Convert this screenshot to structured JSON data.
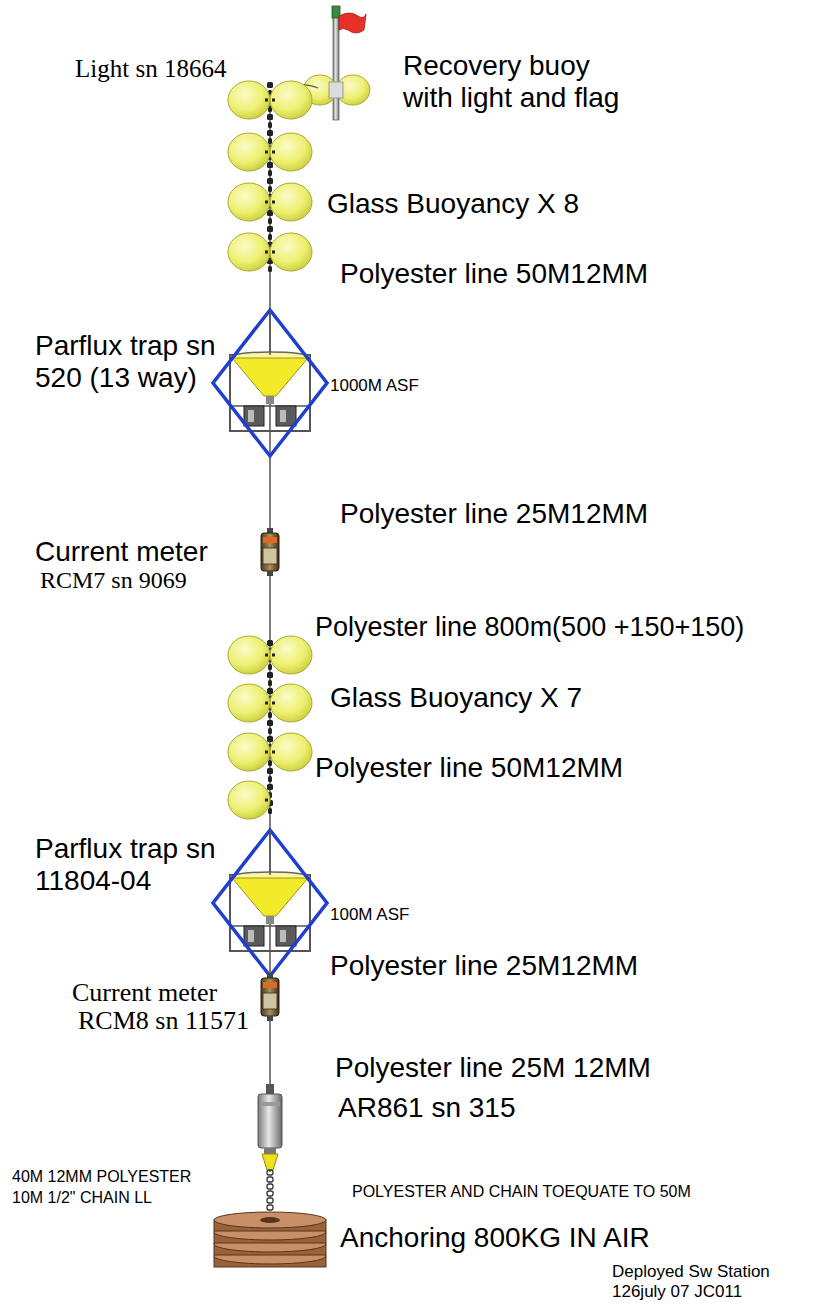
{
  "diagram": {
    "labels": [
      "Light sn 18664",
      "Recovery buoy with light and flag",
      "Glass Buoyancy X 8",
      "Polyester line 50M12MM",
      "Parflux trap sn 520 (13 way)",
      "1000M ASF",
      "Polyester line 25M12MM",
      "Current meter",
      "RCM7 sn 9069",
      "Polyester line 800m(500 +150+150)",
      "Glass Buoyancy X 7",
      "Polyester line 50M12MM",
      "Parflux trap sn 11804-04",
      "100M ASF",
      "Polyester line 25M12MM",
      "Current meter",
      "RCM8 sn 11571",
      "Polyester line 25M 12MM",
      "AR861 sn 315",
      "40M 12MM POLYESTER",
      "10M 1/2\" CHAIN LL",
      "POLYESTER AND CHAIN TOEQUATE TO 50M",
      "Anchoring 800KG IN AIR"
    ],
    "caption": "Deployed Sw Station 126july 07 JC011"
  }
}
